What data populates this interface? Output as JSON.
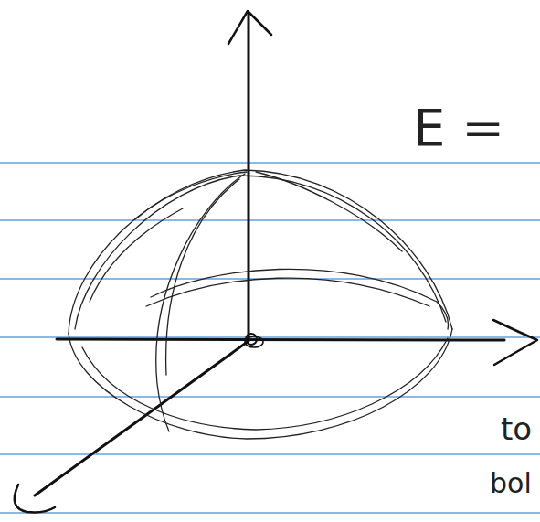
{
  "diagram": {
    "labels": [
      "E =",
      "to",
      "bol"
    ]
  }
}
